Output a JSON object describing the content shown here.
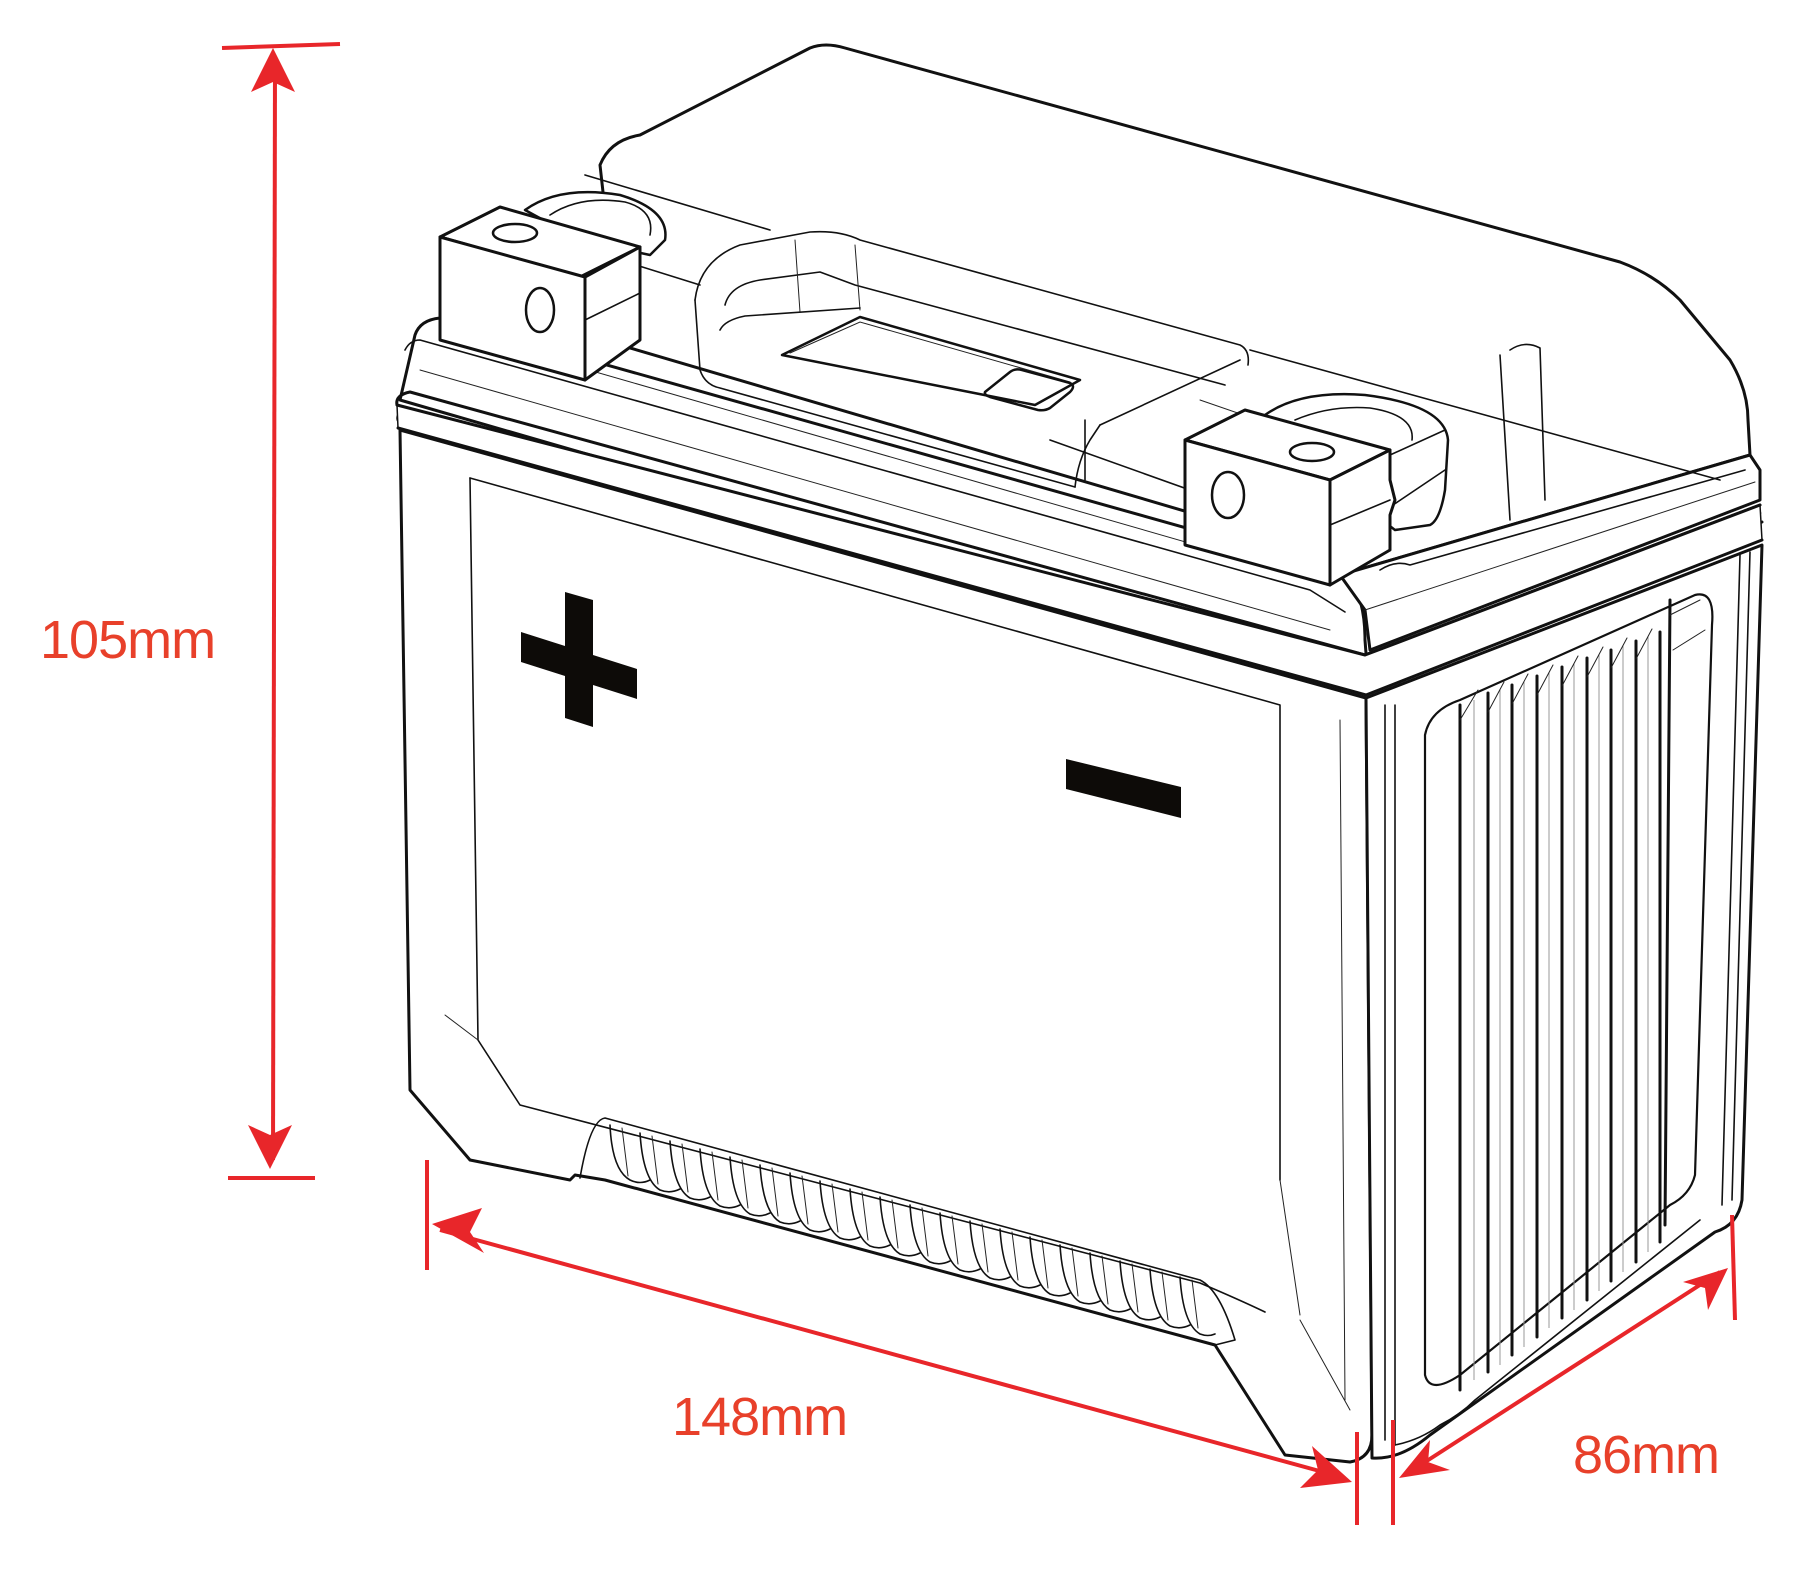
{
  "figure": {
    "subject": "Battery with dimension annotations",
    "line_color": "#111111",
    "background": "#ffffff",
    "annotation_color": "#e8262a",
    "label_color": "#e8402a"
  },
  "dimensions": {
    "height": {
      "label": "105mm",
      "value": 105,
      "unit": "mm",
      "axis": "vertical"
    },
    "length": {
      "label": "148mm",
      "value": 148,
      "unit": "mm",
      "axis": "front edge"
    },
    "width": {
      "label": "86mm",
      "value": 86,
      "unit": "mm",
      "axis": "side edge"
    }
  },
  "terminals": {
    "positive": {
      "symbol": "+",
      "name": "positive"
    },
    "negative": {
      "symbol": "−",
      "name": "negative"
    }
  },
  "features": [
    "top lid with carry handle recess",
    "display window with button",
    "two block terminals with bolt holes",
    "ribbed side panel",
    "ribbed bottom skirt",
    "lid seam"
  ]
}
